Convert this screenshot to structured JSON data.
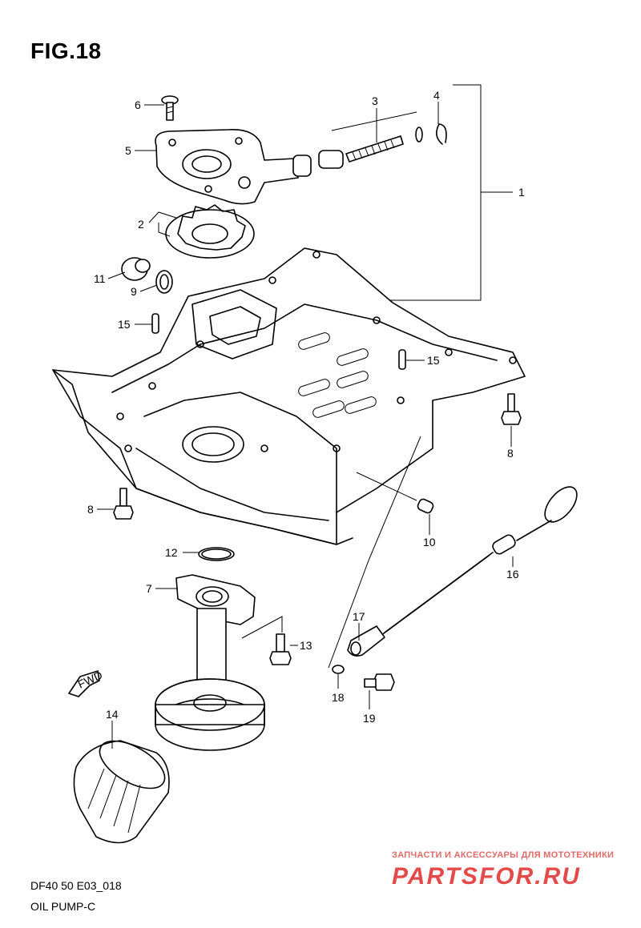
{
  "figure": {
    "title": "FIG.18",
    "code": "DF40 50 E03_018",
    "name": "OIL PUMP-C"
  },
  "watermark": {
    "tagline": "ЗАПЧАСТИ И АКСЕССУАРЫ ДЛЯ МОТОТЕХНИКИ",
    "brand": "PARTSFOR.RU",
    "color": "#e02b2b"
  },
  "direction_tag": "FWD",
  "callouts": [
    {
      "id": "c1",
      "label": "1"
    },
    {
      "id": "c2",
      "label": "2"
    },
    {
      "id": "c3",
      "label": "3"
    },
    {
      "id": "c4",
      "label": "4"
    },
    {
      "id": "c5",
      "label": "5"
    },
    {
      "id": "c6",
      "label": "6"
    },
    {
      "id": "c7",
      "label": "7"
    },
    {
      "id": "c8a",
      "label": "8"
    },
    {
      "id": "c8b",
      "label": "8"
    },
    {
      "id": "c9",
      "label": "9"
    },
    {
      "id": "c10",
      "label": "10"
    },
    {
      "id": "c11",
      "label": "11"
    },
    {
      "id": "c12",
      "label": "12"
    },
    {
      "id": "c13",
      "label": "13"
    },
    {
      "id": "c14",
      "label": "14"
    },
    {
      "id": "c15a",
      "label": "15"
    },
    {
      "id": "c15b",
      "label": "15"
    },
    {
      "id": "c16",
      "label": "16"
    },
    {
      "id": "c17",
      "label": "17"
    },
    {
      "id": "c18",
      "label": "18"
    },
    {
      "id": "c19",
      "label": "19"
    }
  ]
}
